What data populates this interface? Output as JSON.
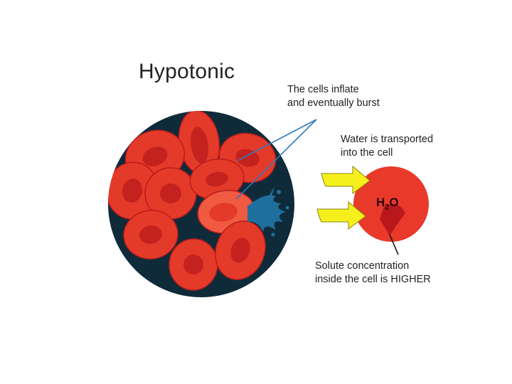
{
  "title": "Hypotonic",
  "labels": {
    "burst_line1": "The cells inflate",
    "burst_line2": "and eventually burst",
    "water_line1": "Water is transported",
    "water_line2": "into the cell",
    "solute_line1": "Solute concentration",
    "solute_line2": "inside the cell is HIGHER"
  },
  "molecule": {
    "main": "H",
    "sub": "2",
    "tail": "O"
  },
  "colors": {
    "background_circle": "#0f2b3a",
    "cell_fill": "#e8392b",
    "cell_rim": "#f5573e",
    "cell_shadow": "#a5161a",
    "arrow_fill": "#f5ef1c",
    "pointer_line": "#2f79b9",
    "burst_splash": "#1f6f9e"
  },
  "icons": [
    "water-arrow-icon",
    "burst-splash-icon",
    "red-blood-cell-icon"
  ]
}
